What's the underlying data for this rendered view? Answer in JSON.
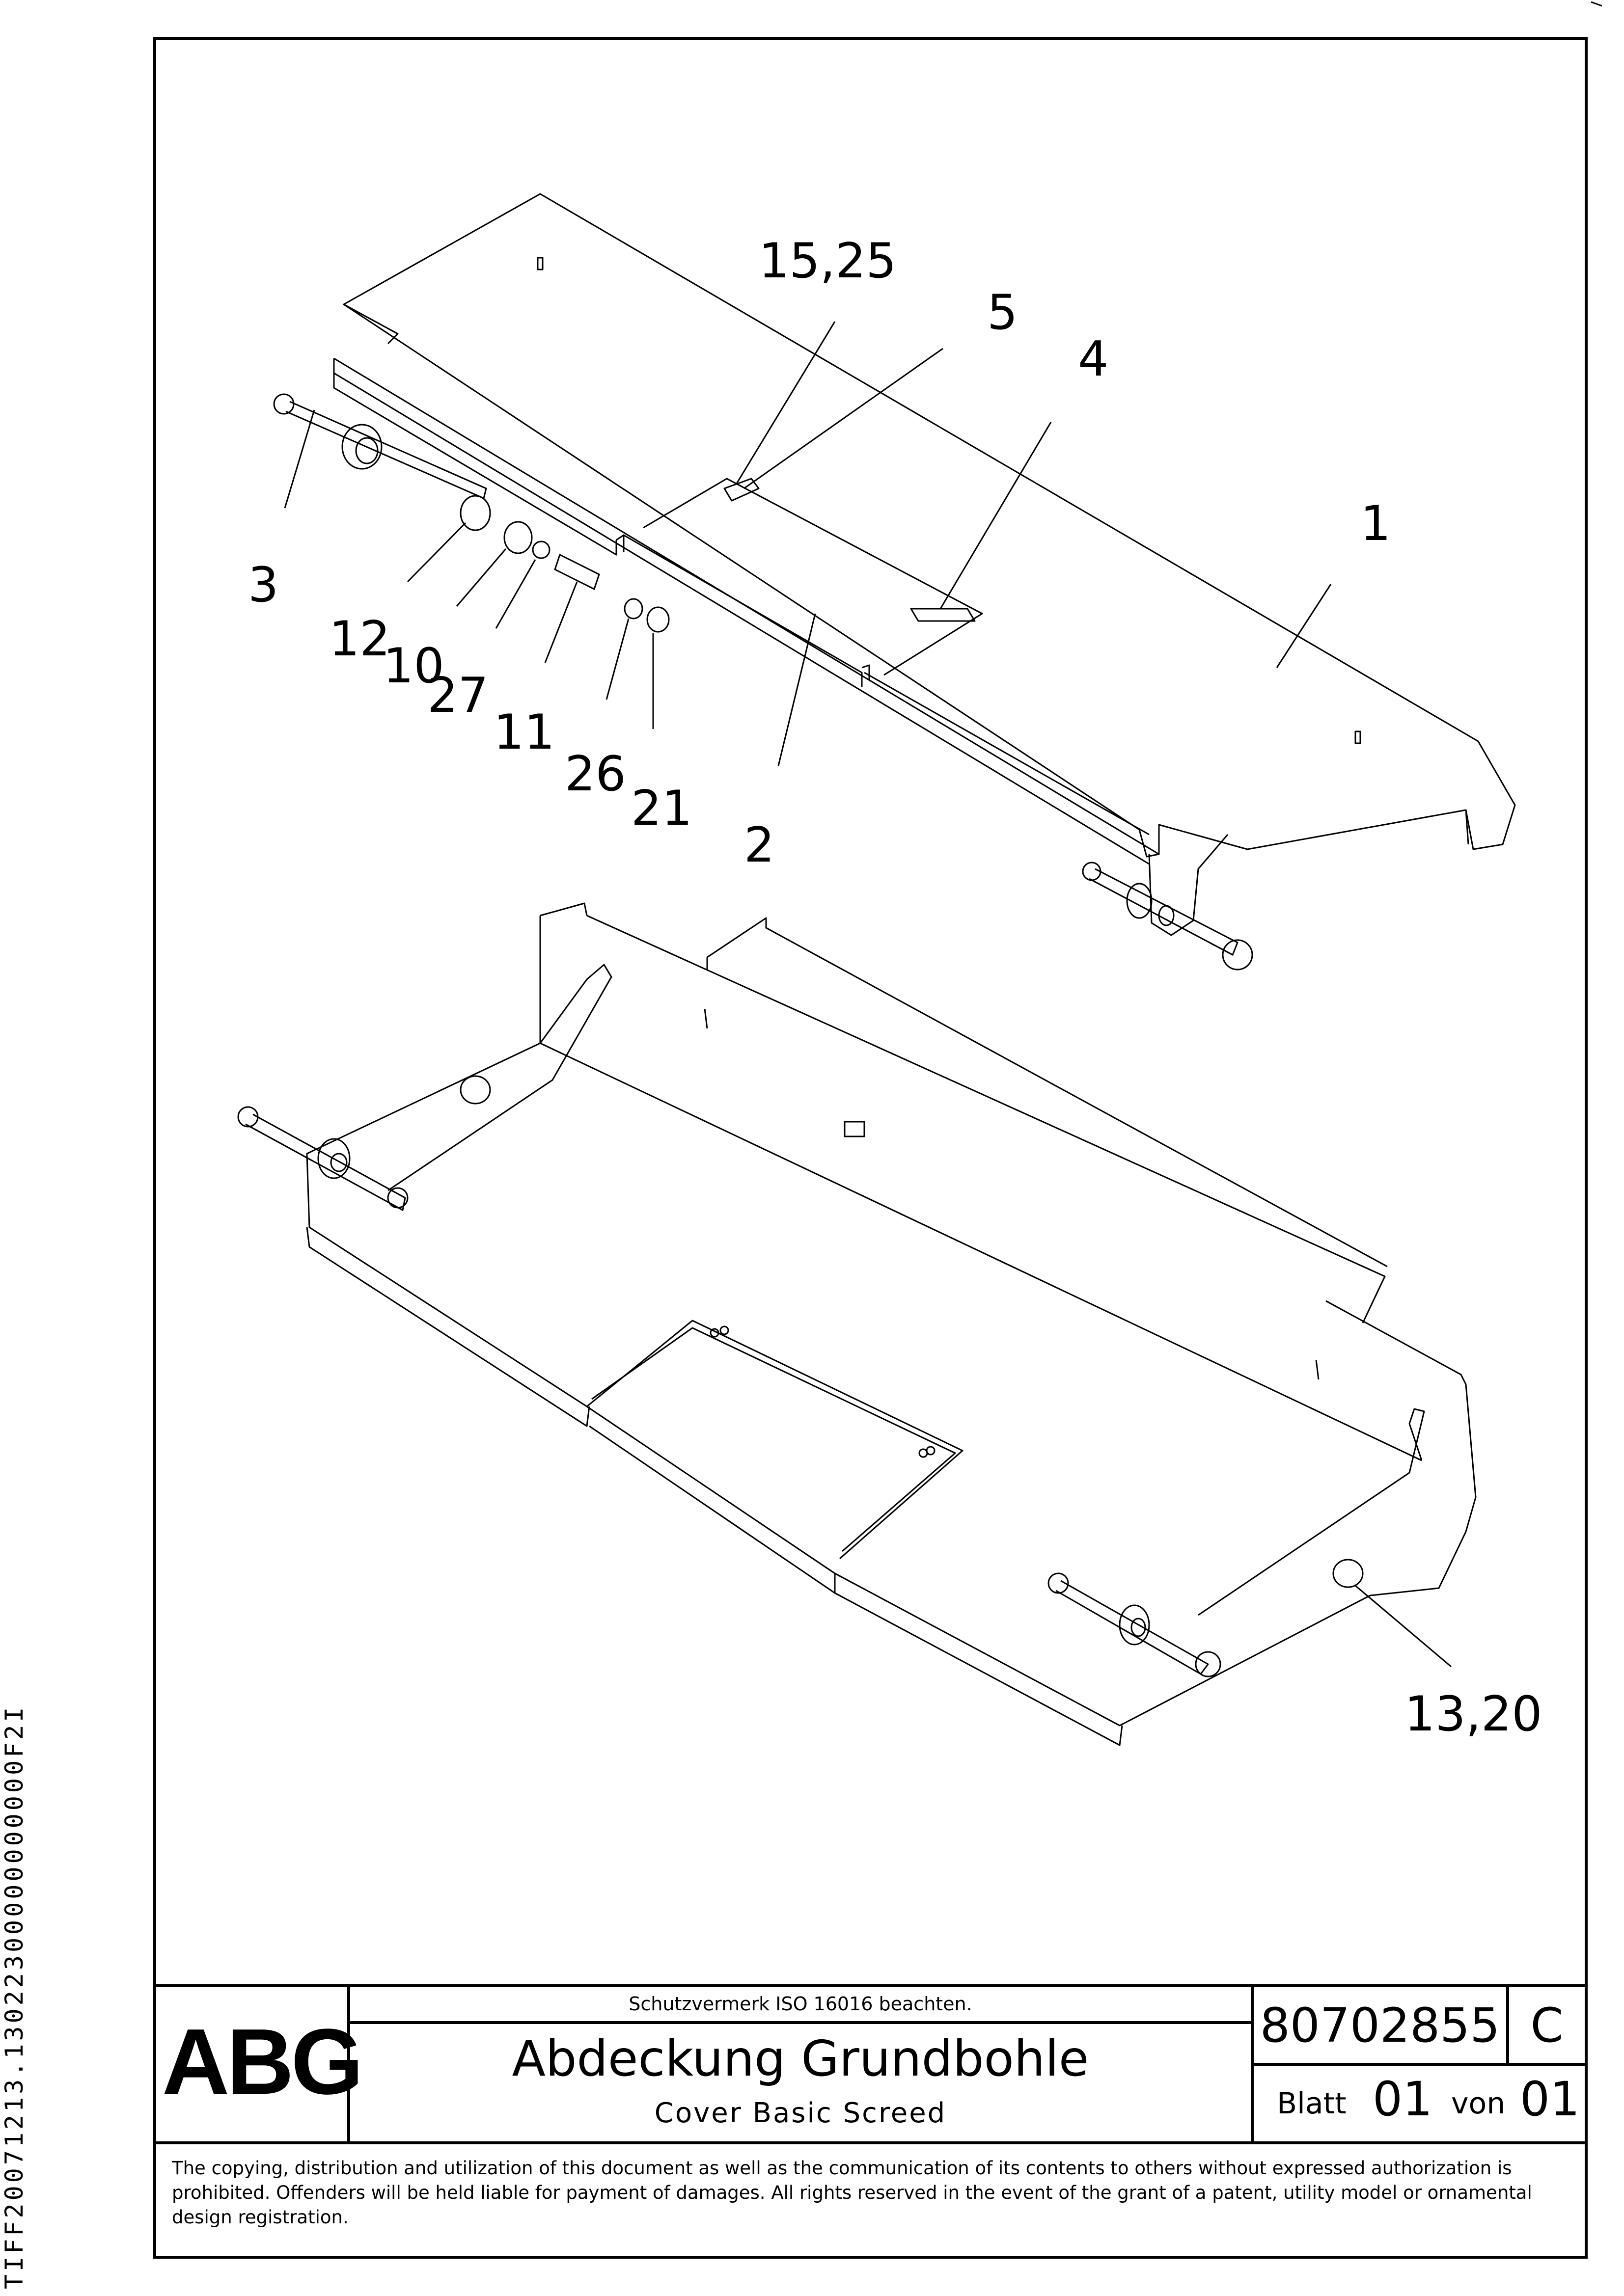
{
  "side_code": "TIFF20071213.13022300000000000F2I",
  "callouts": {
    "c1": "15,25",
    "c2": "5",
    "c3": "4",
    "c4": "1",
    "c5": "3",
    "c6": "12",
    "c7": "10",
    "c8": "27",
    "c9": "11",
    "c10": "26",
    "c11": "21",
    "c12": "2",
    "c13": "13,20"
  },
  "title_block": {
    "logo": "ABG",
    "protection_note": "Schutzvermerk ISO 16016 beachten.",
    "title_de": "Abdeckung Grundbohle",
    "title_en": "Cover Basic Screed",
    "drawing_number": "80702855",
    "revision": "C",
    "sheet_label": "Blatt",
    "sheet_number": "01",
    "of_label": "von",
    "sheet_total": "01"
  },
  "copyright_notice": "The copying, distribution and utilization of this document as well as the communication of its contents to others without expressed authorization is prohibited. Offenders will be held liable for payment of damages. All rights reserved in the event of the grant of a patent, utility model or ornamental design registration."
}
